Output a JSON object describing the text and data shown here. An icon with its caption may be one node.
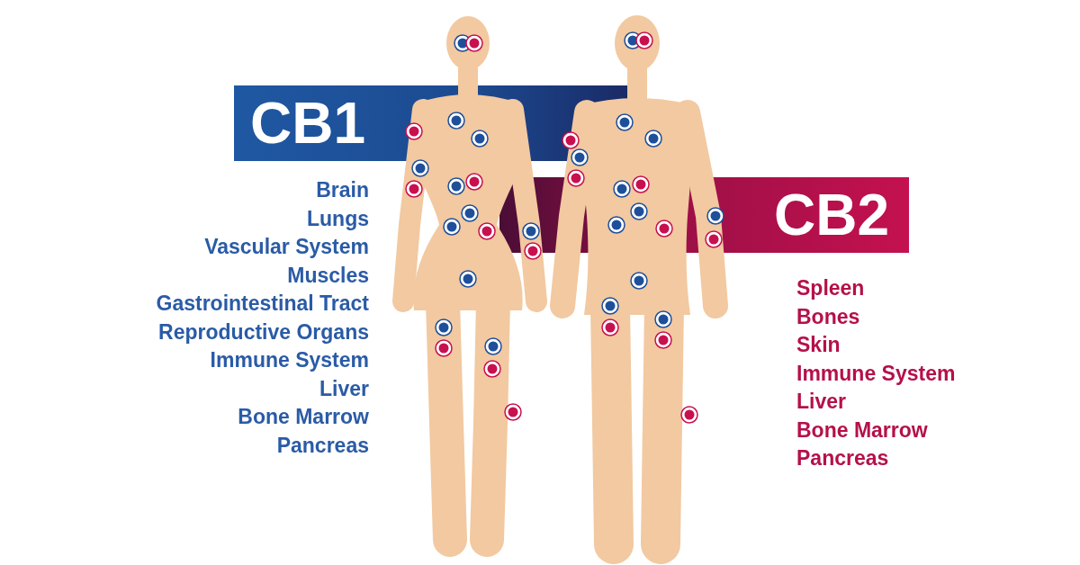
{
  "diagram": {
    "nodes": [
      {
        "text": [
          "CB1"
        ],
        "beside": [
          "Brain",
          "Lungs",
          "Vascular System",
          "Muscles",
          "Gastrointestinal Tract",
          "Reproductive Organs",
          "Immune System",
          "Liver",
          "Bone Marrow",
          "Pancreas"
        ]
      },
      {
        "text": [
          "CB2"
        ],
        "beside": [
          "Spleen",
          "Bones",
          "Skin",
          "Immune System",
          "Liver",
          "Bone Marrow",
          "Pancreas"
        ]
      }
    ]
  }
}
